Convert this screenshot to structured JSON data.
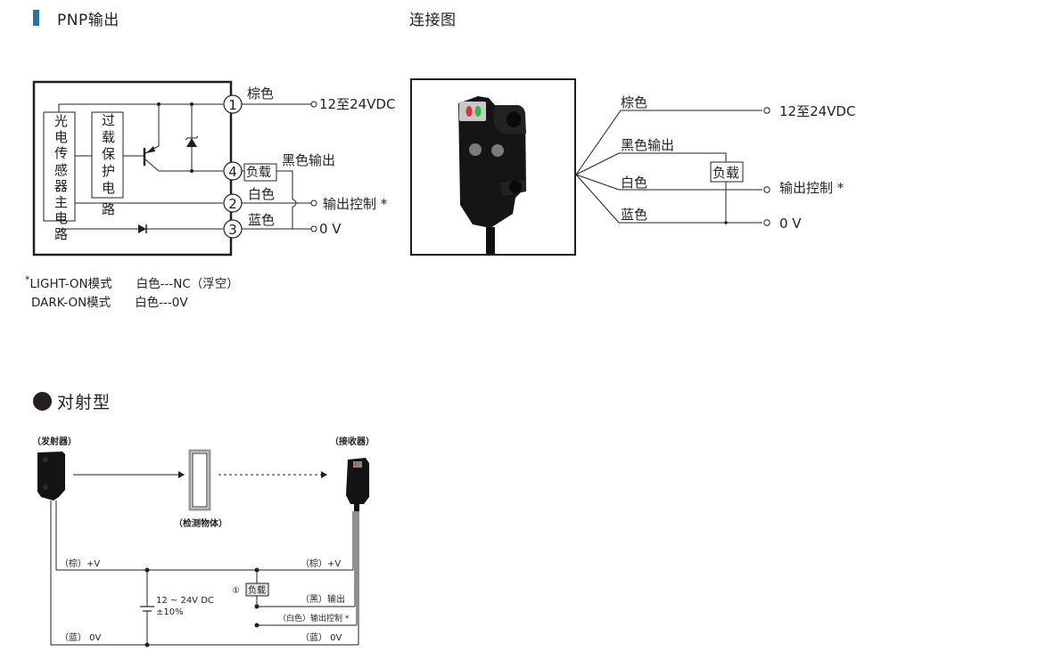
{
  "pnp_section": {
    "title": "PNP输出",
    "accent_color": "#2271b3",
    "sensor_main_circuit": [
      "光",
      "电",
      "传",
      "感",
      "器",
      "主",
      "电",
      "路"
    ],
    "overload_protection": [
      "过",
      "载",
      "保",
      "护",
      "电",
      "路"
    ],
    "pins": [
      {
        "number": "1",
        "wire_color": "棕色",
        "terminal": "12至24VDC"
      },
      {
        "number": "4",
        "wire_color": "黑色输出",
        "load": "负载"
      },
      {
        "number": "2",
        "wire_color": "白色",
        "terminal": "输出控制 *"
      },
      {
        "number": "3",
        "wire_color": "蓝色",
        "terminal": "0 V"
      }
    ],
    "notes": [
      {
        "asterisk": "*",
        "mode": "LIGHT-ON模式",
        "setting": "白色---NC（浮空）"
      },
      {
        "asterisk": "",
        "mode": "DARK-ON模式",
        "setting": "白色---0V"
      }
    ]
  },
  "connection_section": {
    "title": "连接图",
    "wires": [
      {
        "label": "棕色",
        "terminal": "12至24VDC"
      },
      {
        "label": "黑色输出",
        "terminal": ""
      },
      {
        "label": "白色",
        "terminal": "输出控制 *"
      },
      {
        "label": "蓝色",
        "terminal": "0 V"
      }
    ],
    "load_label": "负载"
  },
  "through_beam_section": {
    "title": "对射型",
    "emitter_label": "（发射器）",
    "receiver_label": "（接收器）",
    "object_label": "（检测物体）",
    "left_labels": {
      "plus": "（棕）+V",
      "zero": "（蓝） 0V"
    },
    "right_labels": {
      "plus": "（棕）+V",
      "output": "（黑）输出",
      "control": "（白色）输出控制 *",
      "zero": "（蓝） 0V"
    },
    "supply_label_1": "12 ~ 24V DC",
    "supply_label_2": "±10%",
    "load_label": "负载",
    "load_marker": "①"
  }
}
